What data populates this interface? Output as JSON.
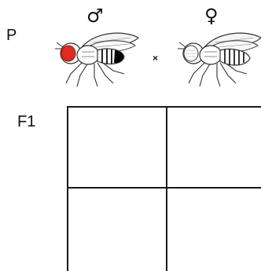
{
  "parental": {
    "label": "P",
    "male_symbol": "♂",
    "female_symbol": "♀",
    "cross_sign": "×",
    "male_fly": {
      "icon": "fruit-fly-male-red-eye-icon",
      "eye_color": "#e02b20"
    },
    "female_fly": {
      "icon": "fruit-fly-female-white-eye-icon",
      "eye_color": "#ffffff"
    }
  },
  "f1": {
    "label": "F1",
    "grid": {
      "rows": 2,
      "cols": 2
    }
  }
}
